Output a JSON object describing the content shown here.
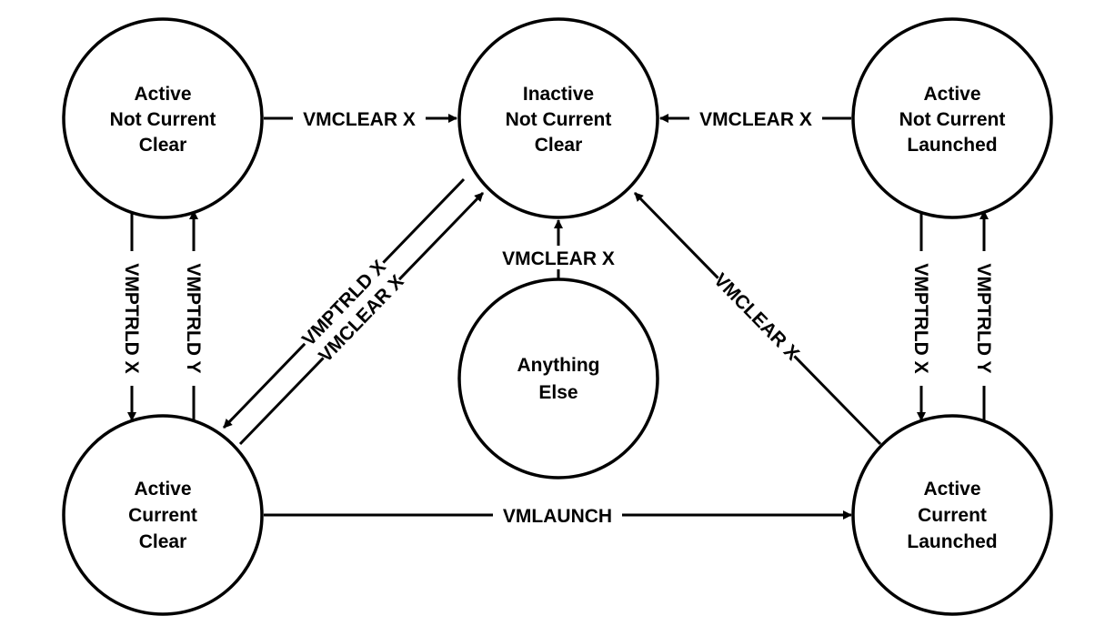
{
  "states": {
    "active_not_current_clear": [
      "Active",
      "Not Current",
      "Clear"
    ],
    "inactive_not_current_clear": [
      "Inactive",
      "Not Current",
      "Clear"
    ],
    "active_not_current_launched": [
      "Active",
      "Not Current",
      "Launched"
    ],
    "anything_else": [
      "Anything",
      "Else"
    ],
    "active_current_clear": [
      "Active",
      "Current",
      "Clear"
    ],
    "active_current_launched": [
      "Active",
      "Current",
      "Launched"
    ]
  },
  "transitions": {
    "left_clear_to_inactive": "VMCLEAR X",
    "right_launched_to_inactive": "VMCLEAR X",
    "left_down": "VMPTRLD X",
    "left_up": "VMPTRLD Y",
    "right_down": "VMPTRLD X",
    "right_up": "VMPTRLD Y",
    "anything_to_inactive": "VMCLEAR X",
    "inactive_to_current": "VMPTRLD X",
    "current_clear_to_inactive": "VMCLEAR X",
    "current_launched_to_inactive": "VMCLEAR X",
    "launch": "VMLAUNCH"
  }
}
